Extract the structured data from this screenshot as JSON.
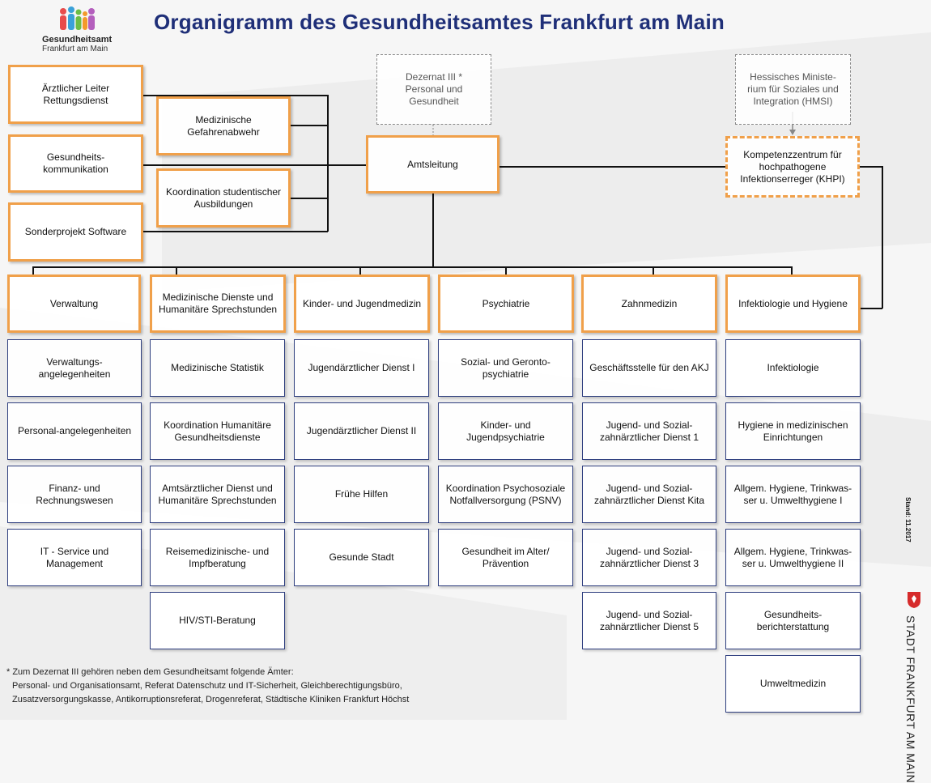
{
  "title": "Organigramm des Gesundheitsamtes Frankfurt am Main",
  "logo": {
    "name": "Gesundheitsamt",
    "sub": "Frankfurt am Main"
  },
  "staff_units": [
    "Ärztlicher Leiter Rettungsdienst",
    "Gesundheits-kommunikation",
    "Sonderprojekt Software",
    "Medizinische Gefahrenabwehr",
    "Koordination studentischer Ausbildungen"
  ],
  "dezernat": "Dezernat III * Personal und Gesundheit",
  "ministry": "Hessisches Ministe-rium für Soziales und Integration (HMSI)",
  "amtsleitung": "Amtsleitung",
  "khpi": "Kompetenzzentrum für hochpathogene Infektionserreger (KHPI)",
  "departments": [
    {
      "name": "Verwaltung",
      "units": [
        "Verwaltungs-angelegenheiten",
        "Personal-angelegenheiten",
        "Finanz- und Rechnungswesen",
        "IT - Service und Management"
      ]
    },
    {
      "name": "Medizinische Dienste und Humanitäre Sprechstunden",
      "units": [
        "Medizinische Statistik",
        "Koordination Humanitäre Gesundheitsdienste",
        "Amtsärztlicher Dienst und Humanitäre Sprechstunden",
        "Reisemedizinische- und Impfberatung",
        "HIV/STI-Beratung"
      ]
    },
    {
      "name": "Kinder- und Jugendmedizin",
      "units": [
        "Jugendärztlicher Dienst I",
        "Jugendärztlicher Dienst II",
        "Frühe Hilfen",
        "Gesunde Stadt"
      ]
    },
    {
      "name": "Psychiatrie",
      "units": [
        "Sozial- und Geronto-psychiatrie",
        "Kinder- und Jugendpsychiatrie",
        "Koordination Psychosoziale Notfallversorgung (PSNV)",
        "Gesundheit im Alter/ Prävention"
      ]
    },
    {
      "name": "Zahnmedizin",
      "units": [
        "Geschäftsstelle für den AKJ",
        "Jugend- und Sozial-zahnärztlicher Dienst 1",
        "Jugend- und Sozial-zahnärztlicher Dienst Kita",
        "Jugend- und Sozial-zahnärztlicher Dienst 3",
        "Jugend- und Sozial-zahnärztlicher Dienst 5"
      ]
    },
    {
      "name": "Infektiologie und Hygiene",
      "units": [
        "Infektiologie",
        "Hygiene in medizinischen Einrichtungen",
        "Allgem. Hygiene, Trinkwas-ser u. Umwelthygiene I",
        "Allgem. Hygiene, Trinkwas-ser u. Umwelthygiene II",
        "Gesundheits-berichterstattung",
        "Umweltmedizin"
      ]
    }
  ],
  "footnote": [
    "* Zum Dezernat III gehören neben dem Gesundheitsamt folgende Ämter:",
    "Personal- und Organisationsamt, Referat Datenschutz und IT-Sicherheit, Gleichberechtigungsbüro,",
    "Zusatzversorgungskasse, Antikorruptionsreferat, Drogenreferat, Städtische Kliniken Frankfurt Höchst"
  ],
  "stand": "Stand: 11.2017",
  "city_logo": "STADT FRANKFURT AM MAIN",
  "colors": {
    "title": "#1f2f78",
    "orange_border": "#f0a04a",
    "unit_border": "#2f3f7f"
  }
}
